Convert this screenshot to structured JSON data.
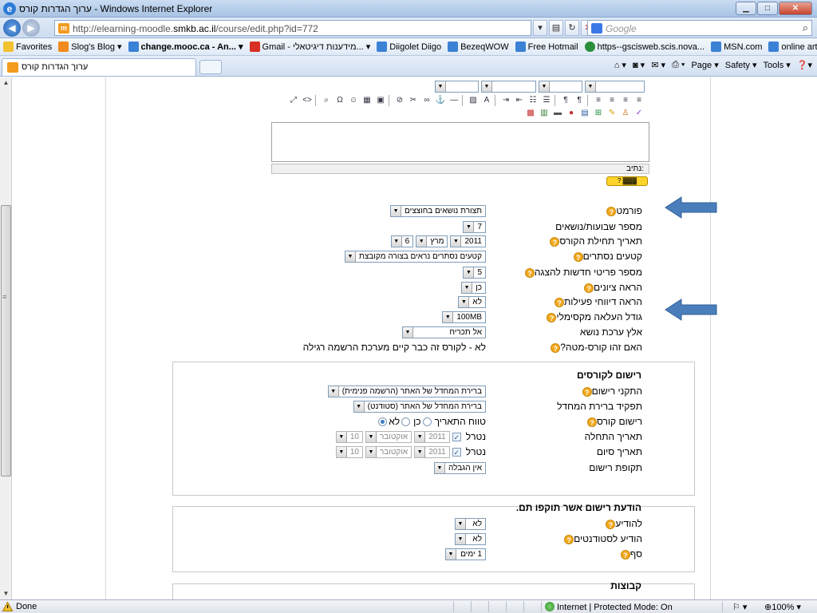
{
  "window": {
    "title": "ערוך הגדרות קורס - Windows Internet Explorer",
    "url_prefix": "http://elearning-moodle.",
    "url_domain": "smkb.ac.il",
    "url_path": "/course/edit.php?id=772",
    "search_placeholder": "Google"
  },
  "favorites": {
    "label": "Favorites",
    "items": [
      "Slog's Blog ▾",
      "change.mooc.ca - An... ▾",
      "Gmail - מידענות דיגיטאלי... ▾",
      "Diigolet Diigo",
      "BezeqWOW",
      "Free Hotmail",
      "https--gscisweb.scis.nova...",
      "MSN.com",
      "online articles"
    ]
  },
  "tab": {
    "title": "ערוך הגדרות קורס"
  },
  "command_bar": [
    "Page ▾",
    "Safety ▾",
    "Tools ▾"
  ],
  "editor": {
    "path_label": "נתיב:"
  },
  "format": {
    "format_label": "פורמט",
    "format_value": "תצורת נושאים בחוצצים",
    "sections_label": "מספר שבועות/נושאים",
    "sections_value": "7",
    "start_label": "תאריך תחילת הקורס",
    "start_day": "6",
    "start_month": "מרץ",
    "start_year": "2011",
    "hidden_label": "קטעים נסתרים",
    "hidden_value": "קטעים נסתרים נראים בצורה מקובצת",
    "news_label": "מספר פריטי חדשות להצגה",
    "news_value": "5",
    "grades_label": "הראה ציונים",
    "grades_value": "כן",
    "reports_label": "הראה דיווחי פעילות",
    "reports_value": "לא",
    "upload_label": "גודל העלאה מקסימלי",
    "upload_value": "100MB",
    "force_theme_label": "אלץ ערכת נושא",
    "force_theme_value": "אל תכריח",
    "meta_label": "האם זהו קורס-מטה?",
    "meta_value": "לא - לקורס זה כבר קיים מערכת הרשמה רגילה"
  },
  "enrolment": {
    "legend": "רישום לקורסים",
    "plugins_label": "התקני רישום",
    "plugins_value": "ברירת המחדל של האתר (הרשמה פנימית)",
    "role_label": "תפקיד ברירת המחדל",
    "role_value": "ברירת המחדל של האתר (סטודנט)",
    "enrollable_label": "רישום קורס",
    "opt_no": "לא",
    "opt_yes": "כן",
    "opt_range": "טווח התאריך",
    "start_label": "תאריך התחלה",
    "start_day": "10",
    "start_month": "אוקטובר",
    "start_year": "2011",
    "disabled_label": "נטרל",
    "end_label": "תאריך סיום",
    "end_day": "10",
    "end_month": "אוקטובר",
    "end_year": "2011",
    "period_label": "תקופת רישום",
    "period_value": "אין הגבלה"
  },
  "expiry": {
    "legend": "הודעת רישום אשר תוקפו תם.",
    "notify_label": "להודיע",
    "notify_value": "לא",
    "notify_students_label": "הודיע לסטודנטים",
    "notify_students_value": "לא",
    "threshold_label": "סף",
    "threshold_value": "1 ימים"
  },
  "groups": {
    "legend": "קבוצות"
  },
  "status": {
    "done": "Done",
    "zone": "Internet | Protected Mode: On",
    "zoom": "100%"
  },
  "colors": {
    "arrow": "#4a7ebb",
    "help": "#f3a81c",
    "select_border": "#7f9db9"
  }
}
